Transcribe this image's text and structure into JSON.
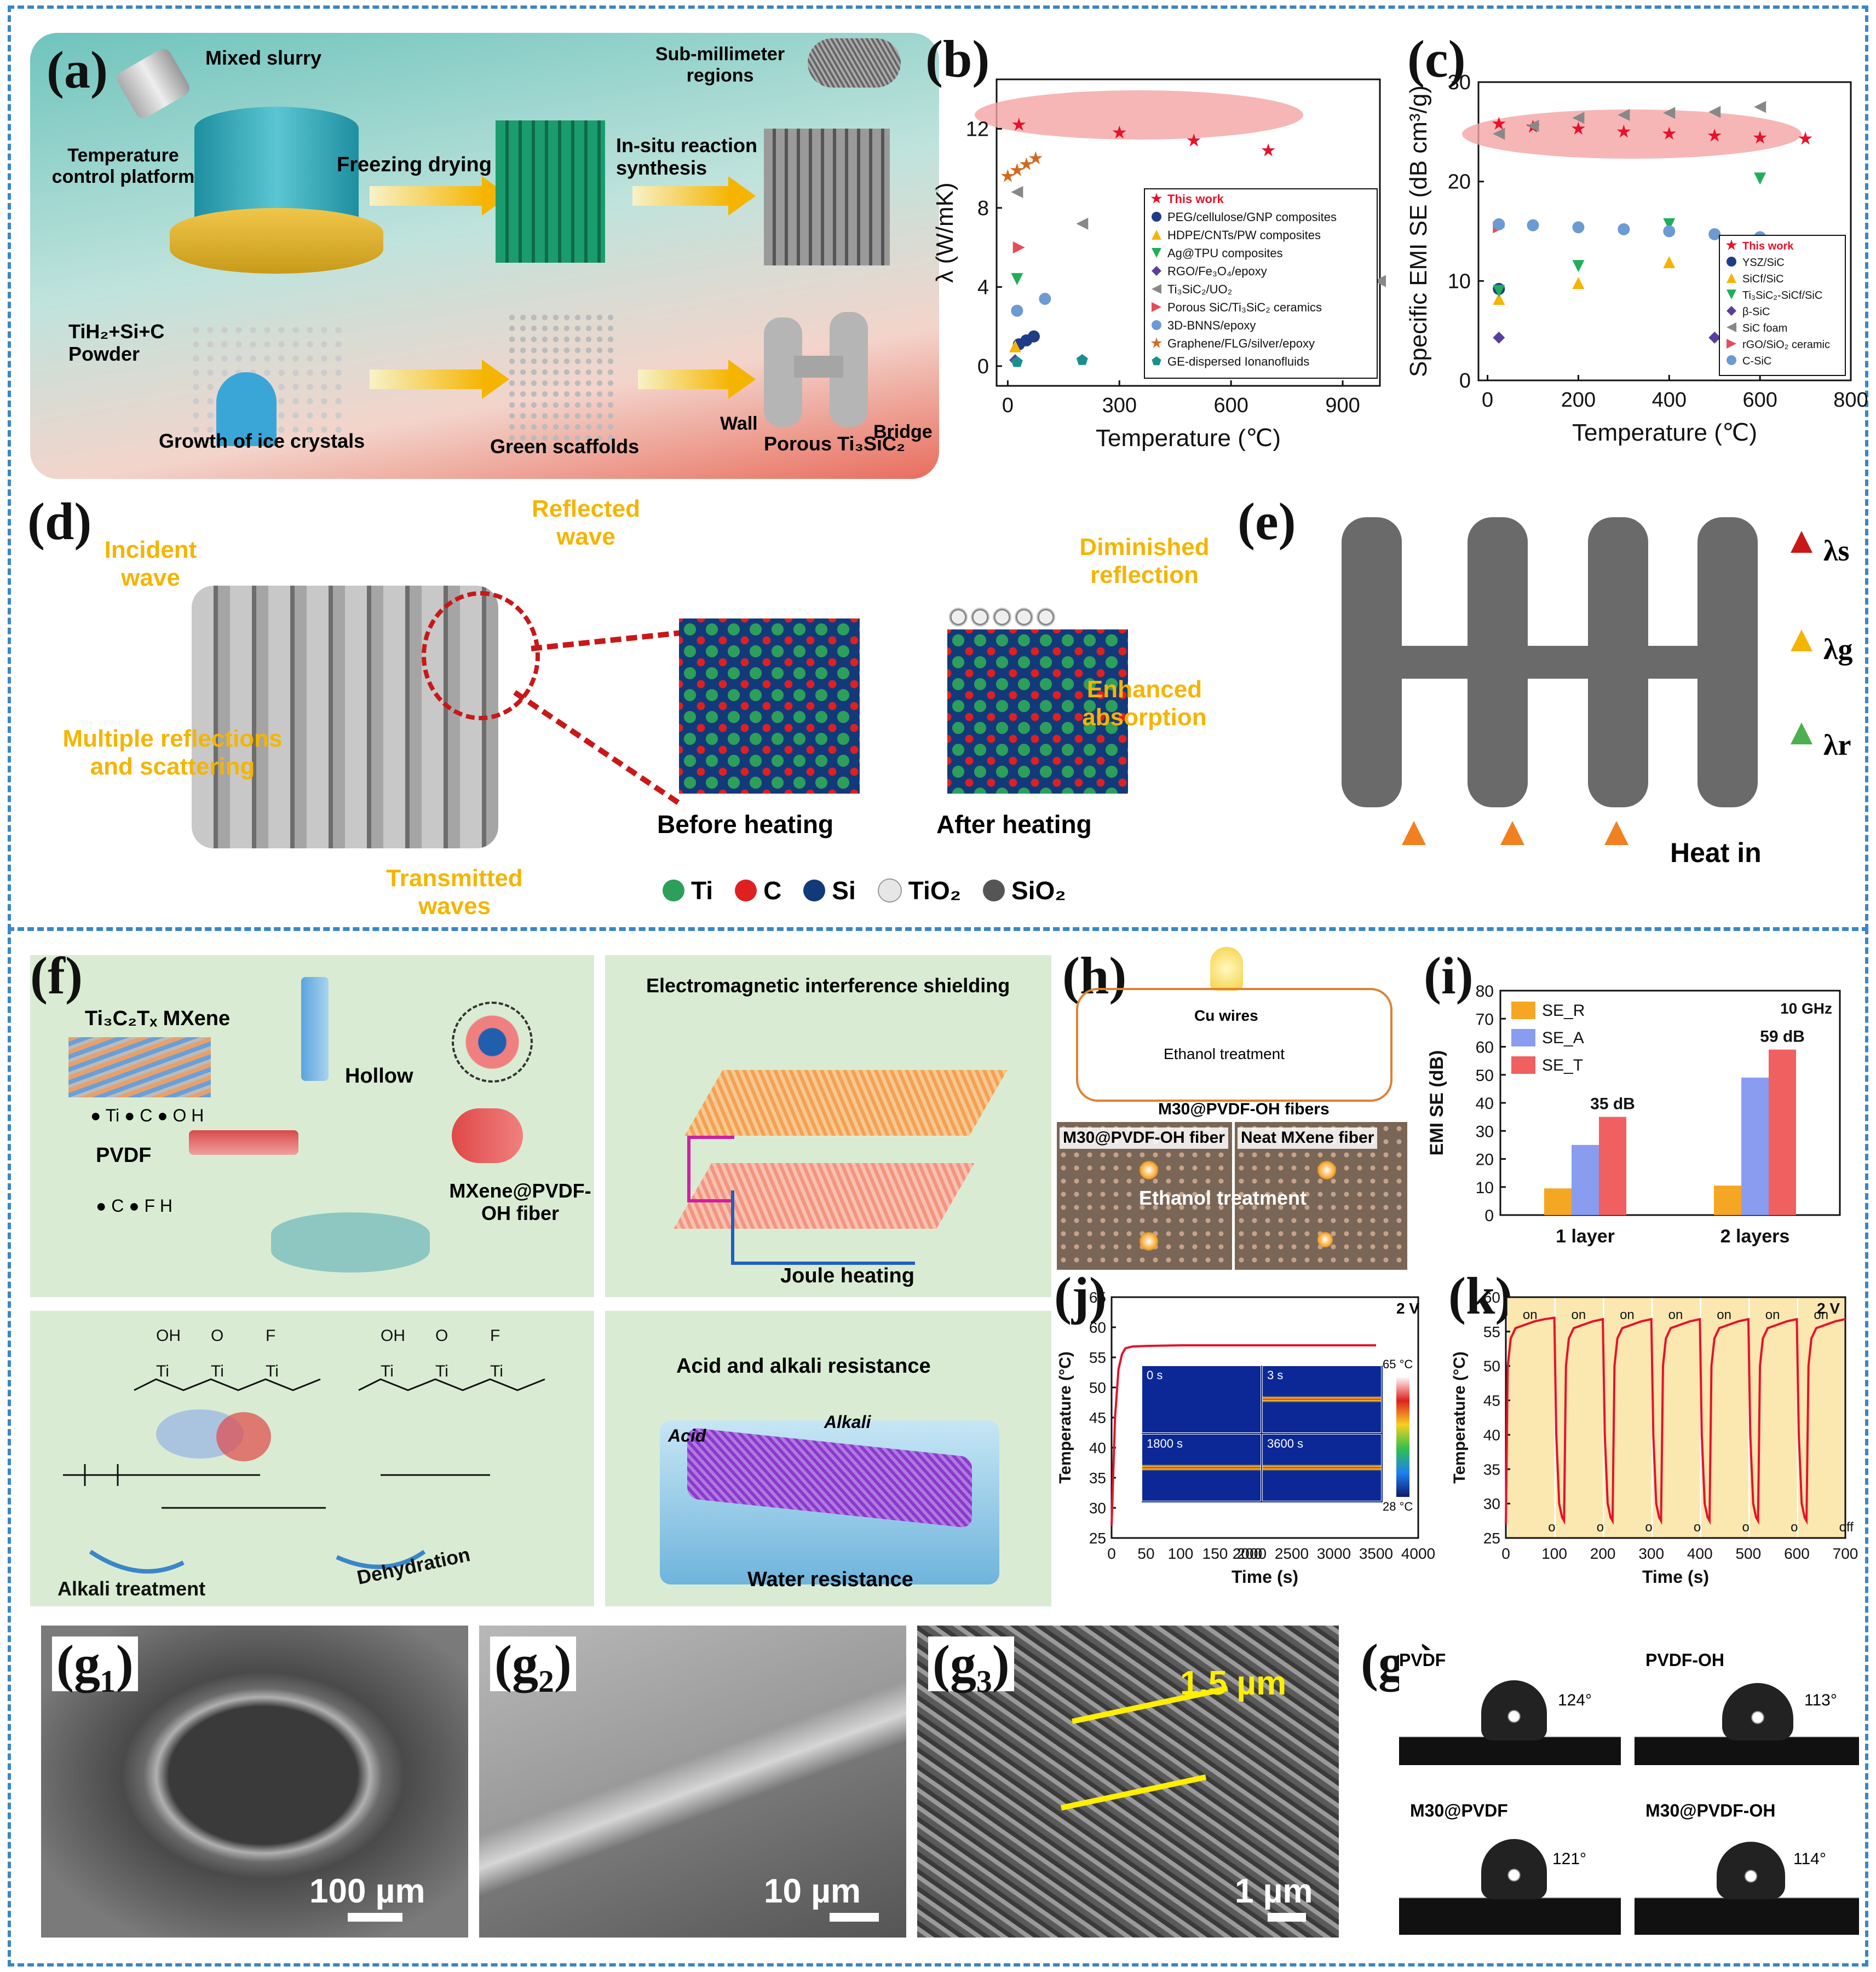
{
  "panels": {
    "a": {
      "label": "(a)",
      "texts": {
        "mixed_slurry": "Mixed slurry",
        "temp_control": "Temperature control platform",
        "freezing_drying": "Freezing drying",
        "insitu": "In-situ reaction synthesis",
        "submm": "Sub-millimeter regions",
        "powder": "TiH₂+Si+C Powder",
        "ice": "Growth of ice crystals",
        "green": "Green scaffolds",
        "porous": "Porous Ti₃SiC₂",
        "wall": "Wall",
        "bridge": "Bridge"
      }
    },
    "b": {
      "label": "(b)"
    },
    "c": {
      "label": "(c)"
    },
    "d": {
      "label": "(d)",
      "texts": {
        "incident": "Incident wave",
        "reflected": "Reflected wave",
        "multiple": "Multiple reflections and scattering",
        "transmitted": "Transmitted waves",
        "before": "Before heating",
        "after": "After heating",
        "diminished": "Diminished reflection",
        "enhanced": "Enhanced absorption"
      },
      "legend": [
        "Ti",
        "C",
        "Si",
        "TiO₂",
        "SiO₂"
      ],
      "legend_colors": [
        "#2e9e5b",
        "#e02020",
        "#123a7a",
        "#e6e6e6",
        "#555555"
      ]
    },
    "e": {
      "label": "(e)",
      "texts": {
        "ls": "λs",
        "lg": "λg",
        "lr": "λr",
        "heat": "Heat in"
      }
    },
    "f": {
      "label": "(f)",
      "texts": {
        "mxene": "Ti₃C₂Tₓ MXene",
        "mxene_legend": "● Ti  ● C  ● O  H",
        "pvdf": "PVDF",
        "pvdf_legend": "● C  ● F  H",
        "hollow": "Hollow",
        "fiber": "MXene@PVDF-OH fiber",
        "emi": "Electromagnetic interference shielding",
        "joule": "Joule heating",
        "alkali": "Alkali treatment",
        "dehydration": "Dehydration",
        "acid_alkali": "Acid and alkali resistance",
        "acid": "Acid",
        "alkali2": "Alkali",
        "water": "Water resistance"
      }
    },
    "h": {
      "label": "(h)",
      "texts": {
        "cu": "Cu wires",
        "eth": "Ethanol treatment",
        "fibers": "M30@PVDF-OH fibers",
        "left": "M30@PVDF-OH fiber",
        "right": "Neat MXene fiber",
        "eth2": "Ethanol treatment"
      }
    },
    "i": {
      "label": "(i)"
    },
    "j": {
      "label": "(j)",
      "ir_labels": [
        "0 s",
        "3 s",
        "1800 s",
        "3600 s"
      ],
      "scale_top": "65 °C",
      "scale_bottom": "28 °C",
      "voltage": "2 V"
    },
    "k": {
      "label": "(k)",
      "voltage": "2 V",
      "on": "on",
      "off": "off"
    },
    "g1": {
      "label": "(g₁)",
      "scale": "100 µm"
    },
    "g2": {
      "label": "(g₂)",
      "scale": "10 µm"
    },
    "g3": {
      "label": "(g₃)",
      "scale": "1 µm",
      "thickness": "1.5 µm"
    },
    "g4": {
      "label": "(g₄)",
      "samples": [
        {
          "name": "PVDF",
          "angle": "124°"
        },
        {
          "name": "PVDF-OH",
          "angle": "113°"
        },
        {
          "name": "M30@PVDF",
          "angle": "121°"
        },
        {
          "name": "M30@PVDF-OH",
          "angle": "114°"
        }
      ]
    }
  },
  "chart_data": [
    {
      "id": "b",
      "type": "scatter",
      "xlabel": "Temperature (℃)",
      "ylabel": "λ (W/mK)",
      "xlim": [
        -30,
        1000
      ],
      "ylim": [
        -1,
        14.5
      ],
      "xticks": [
        0,
        300,
        600,
        900
      ],
      "yticks": [
        0,
        4,
        8,
        12
      ],
      "series": [
        {
          "name": "This work",
          "color": "#e8102a",
          "marker": "star",
          "x": [
            30,
            300,
            500,
            700
          ],
          "y": [
            12.2,
            11.8,
            11.4,
            10.9
          ]
        },
        {
          "name": "PEG/cellulose/GNP composites",
          "color": "#1f3c88",
          "marker": "circle",
          "x": [
            30,
            50,
            70
          ],
          "y": [
            1.1,
            1.3,
            1.5
          ]
        },
        {
          "name": "HDPE/CNTs/PW composites",
          "color": "#f5b400",
          "marker": "tri-up",
          "x": [
            20
          ],
          "y": [
            1.0
          ]
        },
        {
          "name": "Ag@TPU composites",
          "color": "#1fae5a",
          "marker": "tri-down",
          "x": [
            25
          ],
          "y": [
            4.4
          ]
        },
        {
          "name": "RGO/Fe₃O₄/epoxy",
          "color": "#5a3e9e",
          "marker": "diamond",
          "x": [
            20
          ],
          "y": [
            0.3
          ]
        },
        {
          "name": "Ti₃SiC₂/UO₂",
          "color": "#888888",
          "marker": "tri-left",
          "x": [
            25,
            200,
            500,
            800,
            1000
          ],
          "y": [
            8.8,
            7.2,
            4.6,
            4.8,
            4.3
          ]
        },
        {
          "name": "Porous SiC/Ti₃SiC₂ ceramics",
          "color": "#e84b5a",
          "marker": "tri-right",
          "x": [
            30
          ],
          "y": [
            6.0
          ]
        },
        {
          "name": "3D-BNNS/epoxy",
          "color": "#6b9bd2",
          "marker": "circle",
          "x": [
            25,
            100
          ],
          "y": [
            2.8,
            3.4
          ]
        },
        {
          "name": "Graphene/FLG/silver/epoxy",
          "color": "#d2691e",
          "marker": "star",
          "x": [
            0,
            25,
            50,
            75
          ],
          "y": [
            9.6,
            9.9,
            10.2,
            10.5
          ]
        },
        {
          "name": "GE-dispersed Ionanofluids",
          "color": "#1a8f8f",
          "marker": "pentagon",
          "x": [
            25,
            200
          ],
          "y": [
            0.2,
            0.3
          ]
        }
      ]
    },
    {
      "id": "c",
      "type": "scatter",
      "xlabel": "Temperature (℃)",
      "ylabel": "Specific EMI SE (dB cm³/g)",
      "xlim": [
        -20,
        800
      ],
      "ylim": [
        0,
        30
      ],
      "xticks": [
        0,
        200,
        400,
        600,
        800
      ],
      "yticks": [
        0,
        10,
        20,
        30
      ],
      "series": [
        {
          "name": "This work",
          "color": "#e8102a",
          "marker": "star",
          "x": [
            25,
            100,
            200,
            300,
            400,
            500,
            600,
            700
          ],
          "y": [
            25.8,
            25.5,
            25.3,
            25.0,
            24.8,
            24.6,
            24.4,
            24.3
          ]
        },
        {
          "name": "YSZ/SiC",
          "color": "#1f3c88",
          "marker": "circle",
          "x": [
            25
          ],
          "y": [
            9.2
          ]
        },
        {
          "name": "SiCf/SiC",
          "color": "#f5b400",
          "marker": "tri-up",
          "x": [
            25,
            200,
            400
          ],
          "y": [
            8.2,
            9.8,
            11.9
          ]
        },
        {
          "name": "Ti₃SiC₂-SiCf/SiC",
          "color": "#1fae5a",
          "marker": "tri-down",
          "x": [
            25,
            200,
            400,
            600
          ],
          "y": [
            9.0,
            11.5,
            15.7,
            20.3
          ]
        },
        {
          "name": "β-SiC",
          "color": "#5a3e9e",
          "marker": "diamond",
          "x": [
            25,
            500
          ],
          "y": [
            4.3,
            4.3
          ]
        },
        {
          "name": "SiC foam",
          "color": "#888888",
          "marker": "tri-left",
          "x": [
            25,
            100,
            200,
            300,
            400,
            500,
            600
          ],
          "y": [
            24.8,
            25.6,
            26.4,
            26.7,
            26.9,
            27.0,
            27.5
          ]
        },
        {
          "name": "rGO/SiO₂ ceramic",
          "color": "#e84b5a",
          "marker": "tri-right",
          "x": [
            25
          ],
          "y": [
            15.4
          ]
        },
        {
          "name": "C-SiC",
          "color": "#6b9bd2",
          "marker": "circle",
          "x": [
            25,
            100,
            200,
            300,
            400,
            500,
            600
          ],
          "y": [
            15.7,
            15.6,
            15.4,
            15.2,
            15.0,
            14.7,
            14.4
          ]
        }
      ]
    },
    {
      "id": "i",
      "type": "bar",
      "ylabel": "EMI SE (dB)",
      "categories": [
        "1 layer",
        "2 layers"
      ],
      "ylim": [
        0,
        80
      ],
      "yticks": [
        0,
        10,
        20,
        30,
        40,
        50,
        60,
        70,
        80
      ],
      "annotation": "10 GHz",
      "series": [
        {
          "name": "SE_R",
          "color": "#f5a623",
          "values": [
            9.5,
            10.5
          ]
        },
        {
          "name": "SE_A",
          "color": "#8a9cf0",
          "values": [
            25,
            49
          ]
        },
        {
          "name": "SE_T",
          "color": "#f06060",
          "values": [
            35,
            59
          ]
        }
      ],
      "data_labels": [
        "35 dB",
        "59 dB"
      ]
    },
    {
      "id": "j",
      "type": "line",
      "xlabel": "Time (s)",
      "ylabel": "Temperature (°C)",
      "ylim": [
        25,
        65
      ],
      "yticks": [
        25,
        30,
        35,
        40,
        45,
        50,
        55,
        60,
        65
      ],
      "xticks": [
        "0",
        "50",
        "100",
        "150",
        "200",
        "2000",
        "2500",
        "3000",
        "3500",
        "4000"
      ],
      "series": [
        {
          "name": "",
          "color": "#e8102a",
          "x": [
            0,
            5,
            10,
            15,
            20,
            30,
            50,
            100,
            150,
            200,
            2000,
            2500,
            3000,
            3500
          ],
          "y": [
            27,
            45,
            53,
            55.5,
            56.5,
            56.8,
            56.9,
            57,
            57,
            57,
            57,
            57,
            57,
            57
          ]
        }
      ]
    },
    {
      "id": "k",
      "type": "line",
      "xlabel": "Time (s)",
      "ylabel": "Temperature (°C)",
      "xlim": [
        0,
        700
      ],
      "ylim": [
        25,
        60
      ],
      "xticks": [
        0,
        100,
        200,
        300,
        400,
        500,
        600,
        700
      ],
      "yticks": [
        25,
        30,
        35,
        40,
        45,
        50,
        55,
        60
      ],
      "series": [
        {
          "name": "",
          "color": "#e8102a",
          "x": [
            0,
            4,
            10,
            20,
            40,
            60,
            80,
            100,
            104,
            110,
            116,
            120,
            124,
            130,
            140,
            160,
            180,
            200,
            204,
            210,
            216,
            220,
            224,
            230,
            240,
            260,
            280,
            300,
            304,
            310,
            316,
            320,
            324,
            330,
            340,
            360,
            380,
            400,
            404,
            410,
            416,
            420,
            424,
            430,
            440,
            460,
            480,
            500,
            504,
            510,
            516,
            520,
            524,
            530,
            540,
            560,
            580,
            600,
            604,
            610,
            616,
            620,
            624,
            630,
            640,
            660,
            680,
            700
          ],
          "y": [
            27,
            50,
            54,
            55.5,
            56,
            56.5,
            56.8,
            57,
            40,
            30,
            28,
            27.5,
            50,
            54,
            55.5,
            56,
            56.5,
            56.8,
            40,
            30,
            28,
            27.5,
            50,
            54,
            55.5,
            56,
            56.5,
            56.8,
            40,
            30,
            28,
            27.5,
            50,
            54,
            55.5,
            56,
            56.5,
            56.8,
            40,
            30,
            28,
            27.5,
            50,
            54,
            55.5,
            56,
            56.5,
            56.8,
            40,
            30,
            28,
            27.5,
            50,
            54,
            55.5,
            56,
            56.5,
            56.8,
            40,
            30,
            28,
            27.5,
            50,
            54,
            55.5,
            56,
            56.5,
            56.8
          ]
        }
      ]
    }
  ]
}
